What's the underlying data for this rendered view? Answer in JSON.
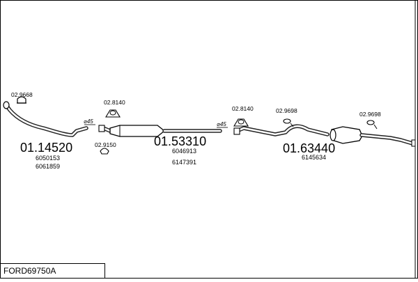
{
  "diagram": {
    "title": "FORD69750A",
    "diameter_label": "⌀45",
    "sections": [
      {
        "part": "01.14520",
        "oem": [
          "6050153",
          "6061859"
        ]
      },
      {
        "part": "01.53310",
        "oem": [
          "6046913",
          "6147391"
        ]
      },
      {
        "part": "01.63440",
        "oem": [
          "6145634"
        ]
      }
    ],
    "accessories": [
      "02.9668",
      "02.8140",
      "02.9150",
      "02.8140",
      "02.9698",
      "02.9698"
    ]
  }
}
